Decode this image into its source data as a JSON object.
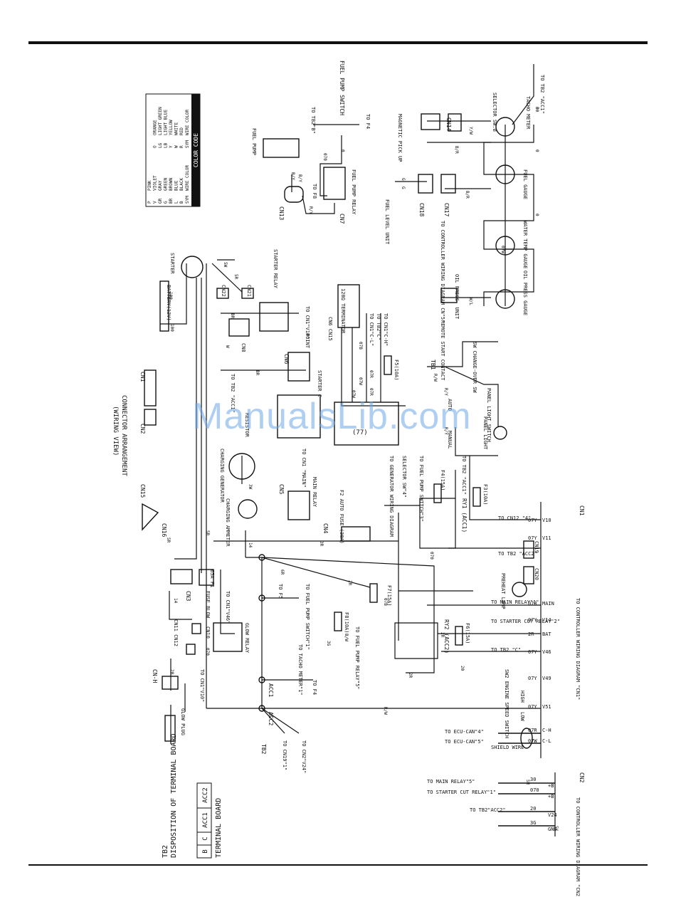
{
  "watermark": "ManualsLib.com",
  "rotated_labels": {
    "fuel_pump_switch": "FUEL PUMP SWITCH",
    "to_tb2_b": "TO TB2\"B\"",
    "to_f4_top": "TO F4",
    "fuel_pump": "FUEL PUMP",
    "fuel_pump_relay": "FUEL PUMP RELAY",
    "to_f8": "TO F8",
    "cn7": "CN7",
    "cn13": "CN13",
    "tacho_meter": "TACHO METER",
    "selector_sw_b": "SELECTOR SW.B",
    "cn14": "CN14",
    "magnetic_pick_up": "MAGNETIC PICK UP",
    "to_tb2_acc1": "TO TB2 \"ACC1\"",
    "fuel_gauge": "FUEL GAUGE",
    "water_temp_gauge": "WATER TEMP GAUGE",
    "oil_press_gauge": "OIL PRESS GAUGE",
    "fuel_level_unit": "FUEL LEVEL UNIT",
    "cn18": "CN18",
    "cn17": "CN17",
    "to_controller_cn5": "TO CONTROLLER WIRING DIAGRAM CN\"5\"",
    "oil_press_unit": "OIL PRESS. UNIT",
    "remote_start_contact": "REMOTE START CONTACT",
    "changeover_sw": "SW CHANGE-OVER SW",
    "tb1": "TB1",
    "auto": "AUTO",
    "manual": "MANUAL",
    "panel_light_switch": "PANEL LIGHT SWITCH",
    "panel_light": "PANEL LIGHT",
    "starter": "STARTER",
    "starter_relay": "STARTER RELAY",
    "battery": "BATTERY(12V)",
    "cn21": "CN21",
    "cn22": "CN22",
    "cn8": "CN8",
    "to_cn1_v14": "TO CN1\"V14\"",
    "point": "POINT",
    "cn6": "CN6",
    "cn6_cn15": "CN6  CN15",
    "terminator": "120Ω TERMINATOR",
    "to_tb2_c": "TO TB2\"C\"",
    "to_cn1_cl": "TO CN1\"C-L\"",
    "to_cn1_ch": "TO CN1\"C-H\"",
    "f5": "F5(10A)",
    "to_tb2_acc1_b": "TO TB2 \"ACC1\"",
    "starter_c": "STARTER C",
    "resistor": "RESISTOR",
    "charging_generator": "CHARGING GENERATOR",
    "charging_ammeter": "CHARGING AMMETER",
    "to_cn1_main": "TO CN1 \"MAIN\"",
    "cn5": "CN5",
    "main_relay": "MAIN RELAY",
    "f2_auto_fuse": "F2 AUTO FUSE (30A)",
    "cn4": "CN4",
    "terminal_77": "(77)",
    "to_generator_wiring": "TO GENERATOR WIRING DIAGRAM",
    "selector_sw4": "SELECTOR SW\"4\"",
    "to_tb2_acc1_c": "TO TB2 \"ACC1\"",
    "f4": "F4(15A)",
    "to_fuel_pump_switch3": "TO FUEL PUMP SWITCH\"3\"",
    "f3": "F3(10A)",
    "ry1": "RY1 (ACC1)",
    "ry2": "RY2 (ACC2)",
    "f6": "F6(15A)",
    "f7": "F7(15A)",
    "f8": "F8(10A)",
    "to_fuel_pump_relay5": "TO FUEL PUMP RELAY\"5\"",
    "to_fuel_pump_switch1": "TO FUEL PUMP SWITCH\"1\"",
    "to_f5": "TO F5",
    "to_v46": "TO CN1\"V46\"",
    "cn3": "CN3",
    "fuse_blow": "FUSE BLOW",
    "f1_65a": "65A F1",
    "glow_relay": "GLOW RELAY",
    "to_tacho_meter1": "TO TACHO METER\"1\"",
    "to_f4_mid": "TO F4",
    "cn10": "CN10",
    "cn11_cn12": "CN11 CN12",
    "to_cn1_v10": "TO CN1\"V10\"",
    "cn_h": "CN-H",
    "glow_plug": "GLOW PLUG",
    "acc1": "ACC1",
    "acc2": "ACC2",
    "tb2": "TB2",
    "to_cn19_1": "TO CN19\"1\"",
    "to_cn2_v24": "TO CN2\"V24\"",
    "connector_arrangement": "CONNECTOR ARRANGEMENT",
    "wiring_view": "(WIRING VIEW)",
    "cn1_small": "CN1",
    "cn2_small": "CN2",
    "cn15_small": "CN15",
    "cn16_small": "CN16",
    "disposition_title": "DISPOSITION OF TERMINAL BOARD",
    "terminal_board": "TERMINAL BOARD",
    "tb2_bottom": "TB2",
    "cn1_right": "CN1",
    "cn2_right": "CN2",
    "to_controller_cn1": "TO CONTROLLER WIRING DIAGRAM \"CN1\"",
    "to_controller_cn2": "TO CONTROLLER WIRING DIAGRAM \"CN2\"",
    "to_cn12_4": "TO CN12 \"4\"",
    "to_tb2_acc2": "TO TB2 \"ACC2\"",
    "cn19": "CN19",
    "cn20": "CN20",
    "preheat_lamp": "PREHEAT LAMP",
    "to_main_relay_1": "TO MAIN RELAY\"1\"",
    "to_starter_cut_2": "TO STARTER CUT RELAY\"2\"",
    "to_tb2_c_right": "TO TB2 \"C\"",
    "engine_speed_switch": "SW2 ENGINE SPEED SWITCH",
    "high": "HIGH",
    "low": "LOW",
    "to_ecu_can4": "TO ECU-CAN\"4\"",
    "to_ecu_can5": "TO ECU-CAN\"5\"",
    "shield_wire": "SHIELD WIRE",
    "to_main_relay_5": "TO MAIN RELAY\"5\"",
    "to_starter_cut_1": "TO STARTER CUT RELAY\"1\"",
    "to_tb2_acc2_b": "TO TB2\"ACC2\""
  },
  "color_code": {
    "title": "COLOR CODE",
    "headers": [
      "SYM",
      "WIRE COLOR",
      "SYM",
      "WIRE COLOR"
    ],
    "rows": [
      [
        "B",
        "BLACK",
        "R",
        "RED"
      ],
      [
        "L",
        "BLUE",
        "W",
        "WHITE"
      ],
      [
        "BR",
        "BROWN",
        "Y",
        "YELLOW"
      ],
      [
        "G",
        "GREEN",
        "LB",
        "LIGHT BLUE"
      ],
      [
        "GR",
        "GRAY",
        "LG",
        "LIGHT GREEN"
      ],
      [
        "V",
        "VIOLET",
        "O",
        "ORANGE"
      ],
      [
        "P",
        "PINK",
        "",
        ""
      ]
    ]
  },
  "cn1_pins": {
    "entries": [
      {
        "pin": "V10",
        "wire": "07Y"
      },
      {
        "pin": "V11",
        "wire": "07Y"
      },
      {
        "pin": "MAIN",
        "wire": "070"
      },
      {
        "pin": "V14",
        "wire": "07Y"
      },
      {
        "pin": "BAT",
        "wire": "2R"
      },
      {
        "pin": "V46",
        "wire": "07Y"
      },
      {
        "pin": "V49",
        "wire": "07Y"
      },
      {
        "pin": "V51",
        "wire": "07Y"
      },
      {
        "pin": "C-H",
        "wire": "07R"
      },
      {
        "pin": "C-L",
        "wire": "07W"
      }
    ]
  },
  "cn2_pins": {
    "entries": [
      {
        "pin": "+B",
        "wire": "30"
      },
      {
        "pin": "+B",
        "wire": "070"
      },
      {
        "pin": "V24",
        "wire": "20"
      },
      {
        "pin": "GND",
        "wire": "3G"
      }
    ]
  },
  "terminal_board_cells": [
    "B",
    "C",
    "ACC1",
    "ACC2"
  ],
  "wire_marks": [
    "0",
    "0",
    "0",
    "07W",
    "W/L",
    "Y/W",
    "B/R",
    "G",
    "B/R",
    "G",
    "B/Y",
    "R/Y",
    "070",
    "0",
    "B/Y",
    "5W",
    "5R",
    "100",
    "100",
    "BR",
    "R/W",
    "R/Y",
    "R/Y",
    "07R",
    "07W",
    "07W",
    "07R",
    "07B",
    "W",
    "BR",
    "2R",
    "3R",
    "3W",
    "14",
    "14",
    "5R",
    "5R",
    "6R",
    "07B",
    "B/W",
    "070",
    "2R",
    "2R",
    "20",
    "20",
    "5Y",
    "3G",
    "R/W",
    "070",
    "5R",
    "30"
  ]
}
